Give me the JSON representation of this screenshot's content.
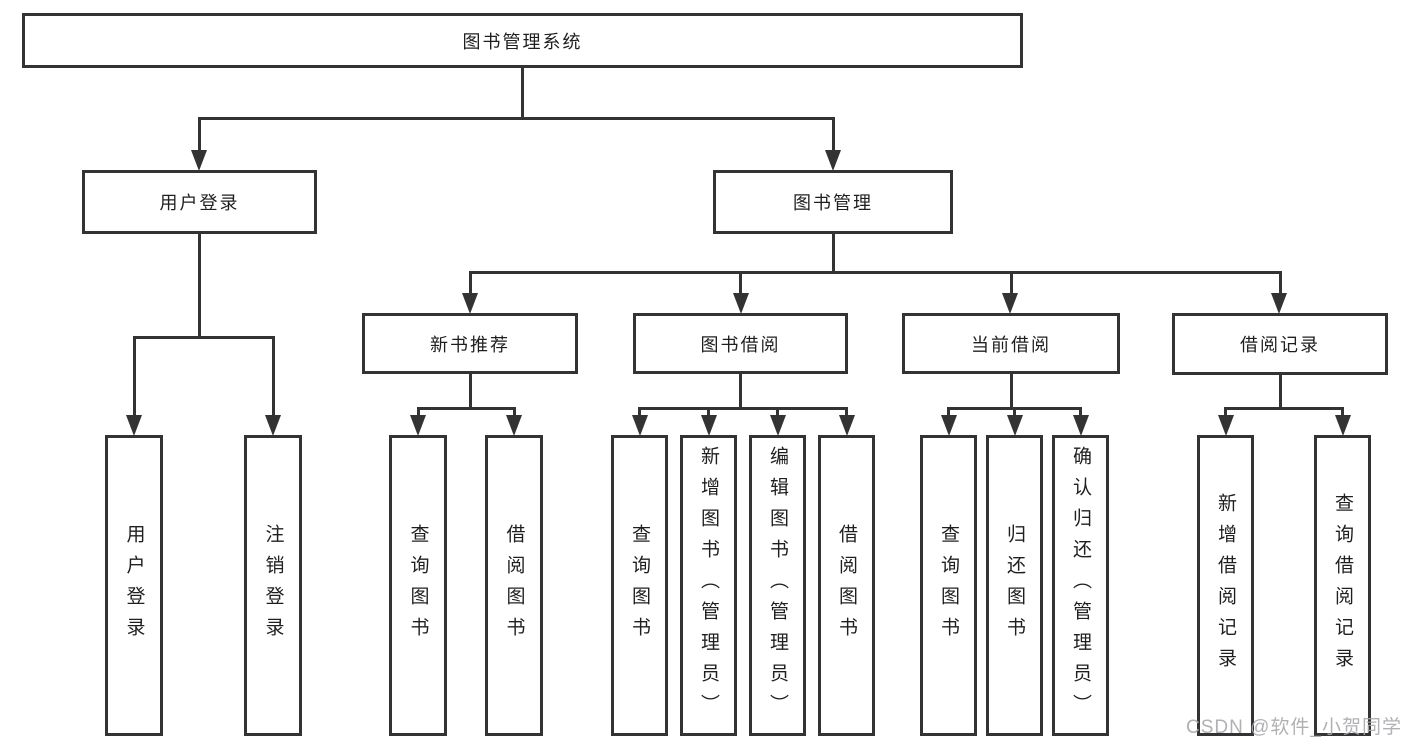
{
  "diagram_title": "图书管理系统",
  "tree": {
    "root": {
      "label": "图书管理系统"
    },
    "branches": [
      {
        "label": "用户登录",
        "leaves": [
          {
            "label": "用户登录"
          },
          {
            "label": "注销登录"
          }
        ]
      },
      {
        "label": "图书管理",
        "groups": [
          {
            "label": "新书推荐",
            "leaves": [
              {
                "label": "查询图书"
              },
              {
                "label": "借阅图书"
              }
            ]
          },
          {
            "label": "图书借阅",
            "leaves": [
              {
                "label": "查询图书"
              },
              {
                "label": "新增图书（管理员）"
              },
              {
                "label": "编辑图书（管理员）"
              },
              {
                "label": "借阅图书"
              }
            ]
          },
          {
            "label": "当前借阅",
            "leaves": [
              {
                "label": "查询图书"
              },
              {
                "label": "归还图书"
              },
              {
                "label": "确认归还（管理员）"
              }
            ]
          },
          {
            "label": "借阅记录",
            "leaves": [
              {
                "label": "新增借阅记录"
              },
              {
                "label": "查询借阅记录"
              }
            ]
          }
        ]
      }
    ]
  },
  "watermark": {
    "text": "CSDN @软件_小贺同学"
  },
  "colors": {
    "line": "#333333",
    "box_border": "#333333",
    "box_background": "#ffffff",
    "text": "#1f1f1f",
    "watermark": "#a9a9ad",
    "page_background": "#ffffff"
  }
}
